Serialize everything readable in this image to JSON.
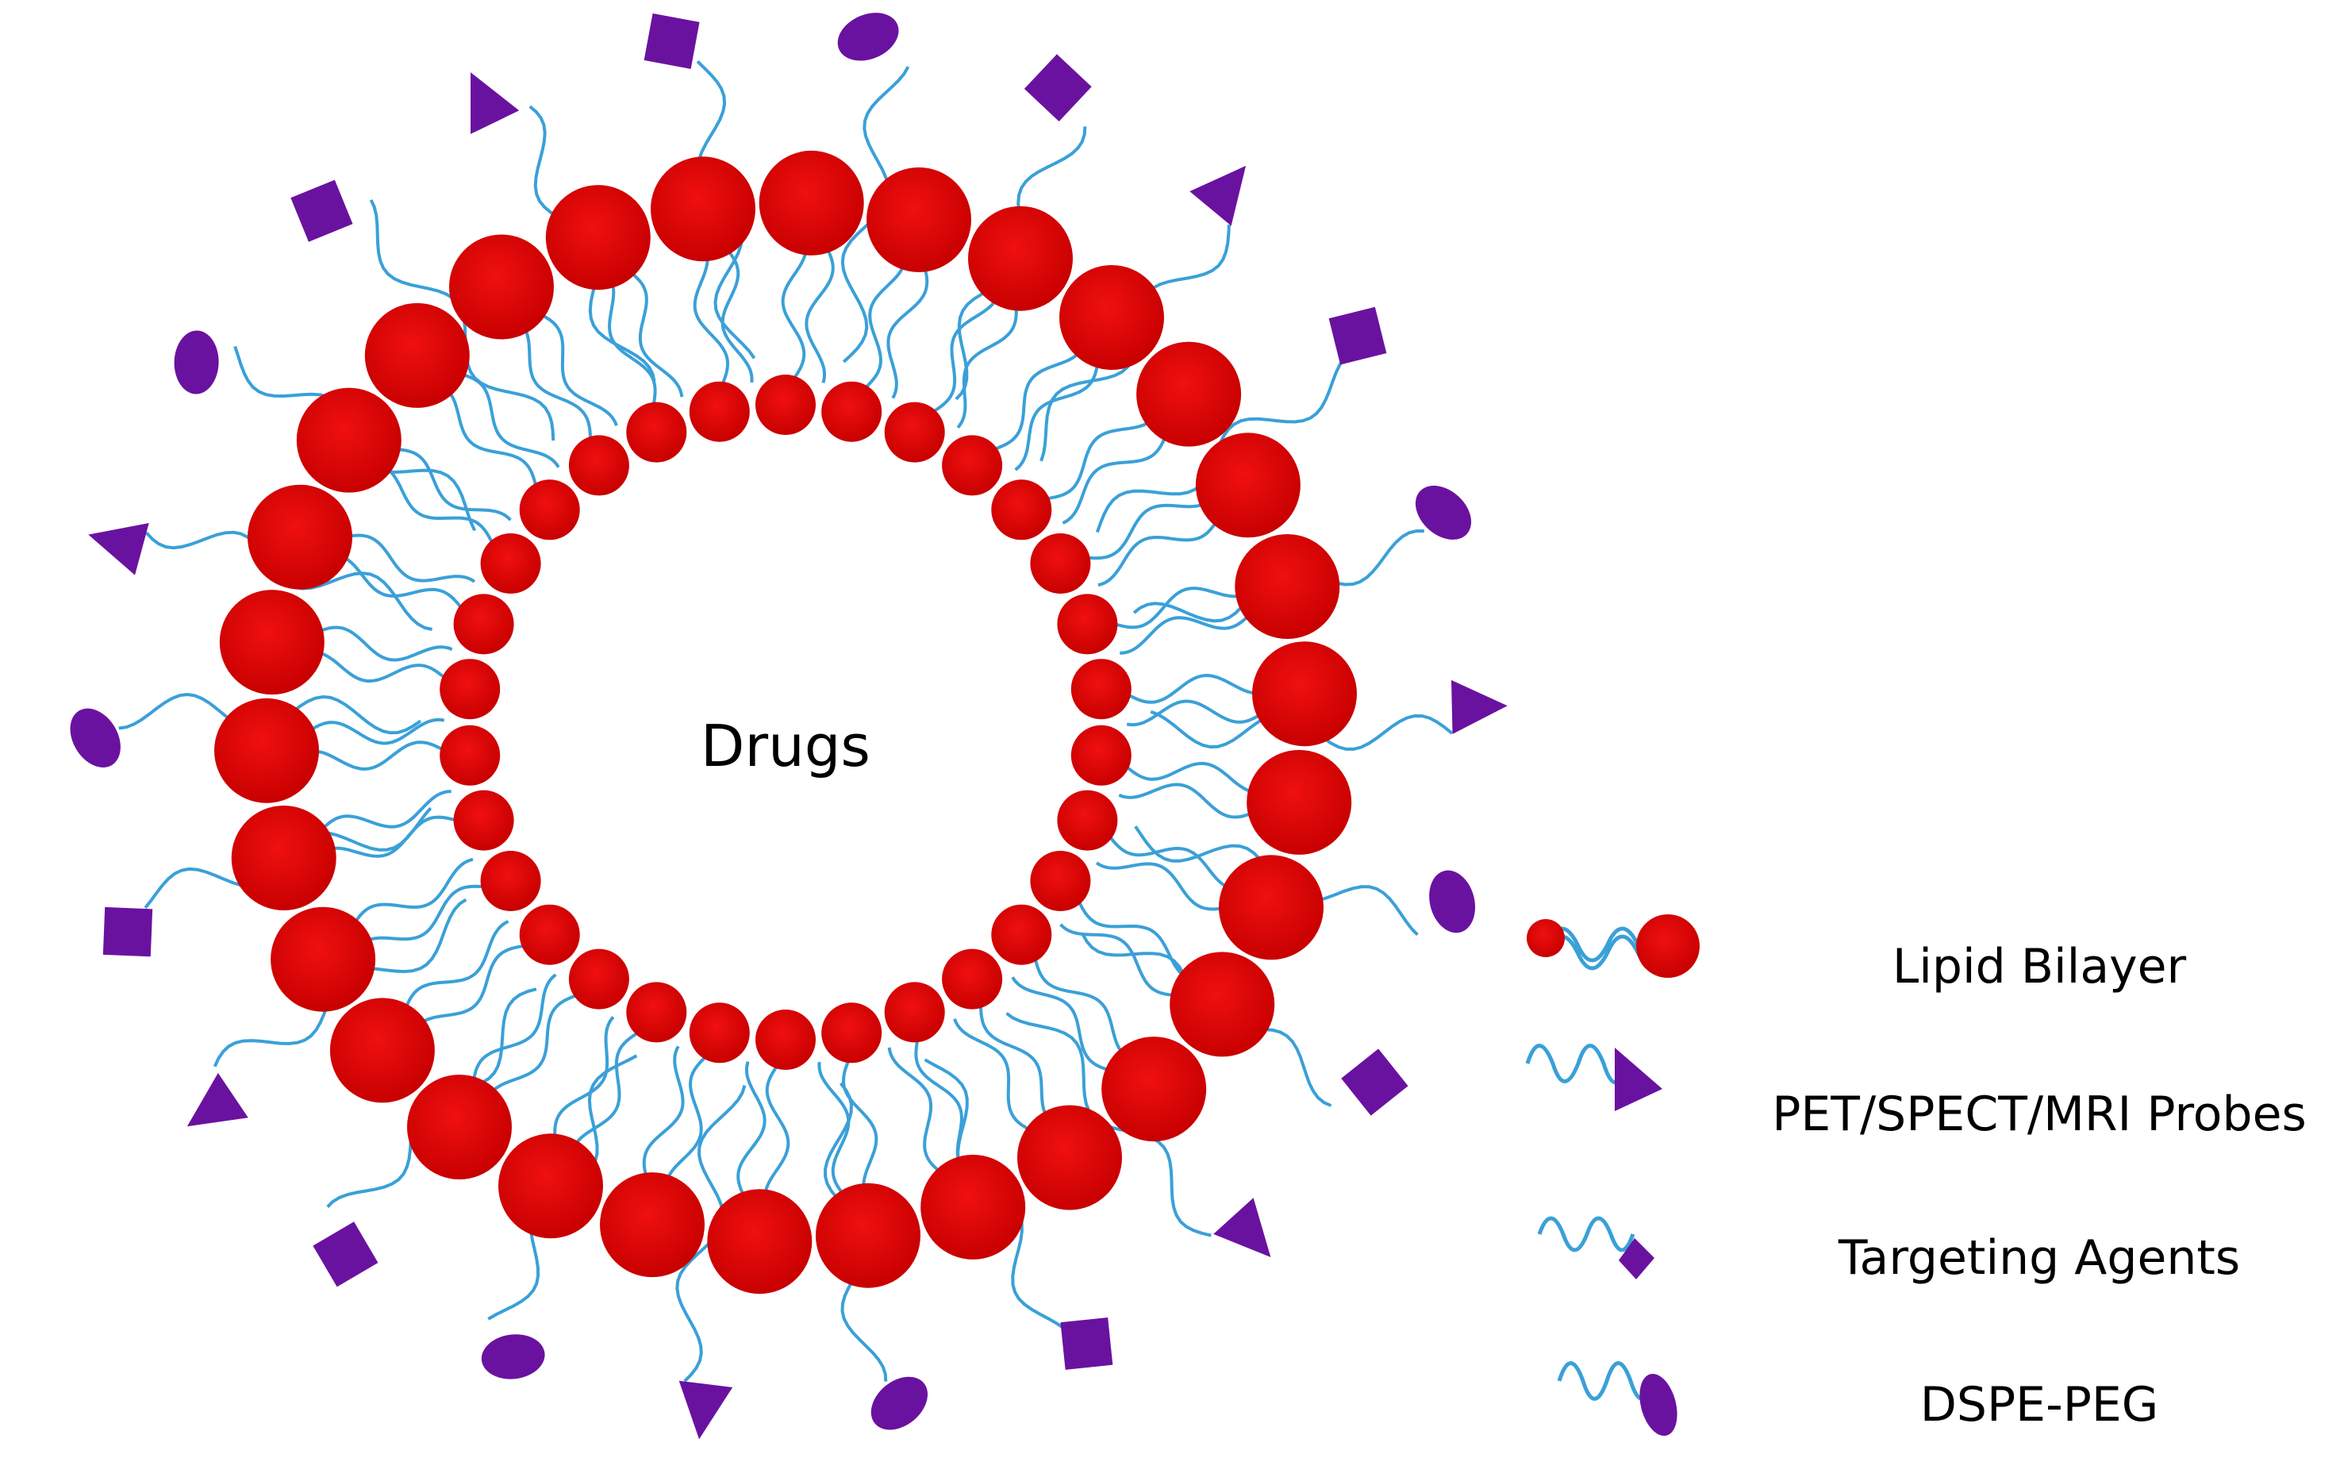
{
  "diagram": {
    "center_label": "Drugs",
    "colors": {
      "lipid_head": "#e00000",
      "lipid_head_shadow": "#b00000",
      "tail": "#3aa0d8",
      "probe": "#6a12a0"
    },
    "legend": [
      {
        "key": "lipid",
        "icon": "lipid-bilayer-icon",
        "label": "Lipid Bilayer"
      },
      {
        "key": "probe",
        "icon": "triangle-probe-icon",
        "label": "PET/SPECT/MRI Probes"
      },
      {
        "key": "target",
        "icon": "square-target-icon",
        "label": "Targeting Agents"
      },
      {
        "key": "peg",
        "icon": "ellipse-peg-icon",
        "label": "DSPE-PEG"
      }
    ]
  }
}
